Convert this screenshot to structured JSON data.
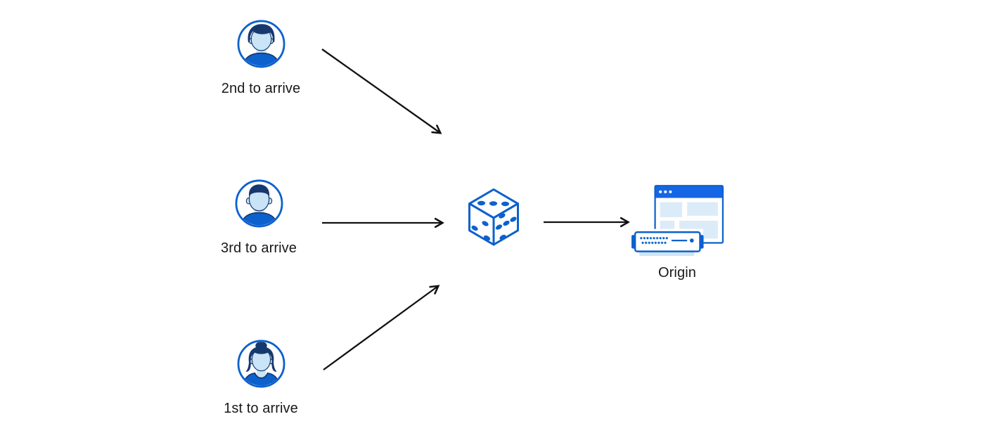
{
  "diagram": {
    "nodes": {
      "user_second": {
        "label": "2nd to arrive",
        "icon": "man-swoop-hair-avatar-icon"
      },
      "user_third": {
        "label": "3rd to arrive",
        "icon": "man-short-hair-avatar-icon"
      },
      "user_first": {
        "label": "1st to arrive",
        "icon": "woman-bun-hair-avatar-icon"
      },
      "randomizer": {
        "icon": "dice-icon"
      },
      "origin": {
        "label": "Origin",
        "icon": "origin-server-browser-icon"
      }
    }
  },
  "colors": {
    "primary_blue": "#0c61cd",
    "titlebar_blue": "#1566e6",
    "hair_navy": "#17386f",
    "face_light_blue": "#c8e4f6",
    "panel_light_blue": "#dcebf8",
    "server_base_blue": "#cfe4f5",
    "arrow_black": "#111111",
    "label_text": "#17181a",
    "background": "#ffffff"
  }
}
